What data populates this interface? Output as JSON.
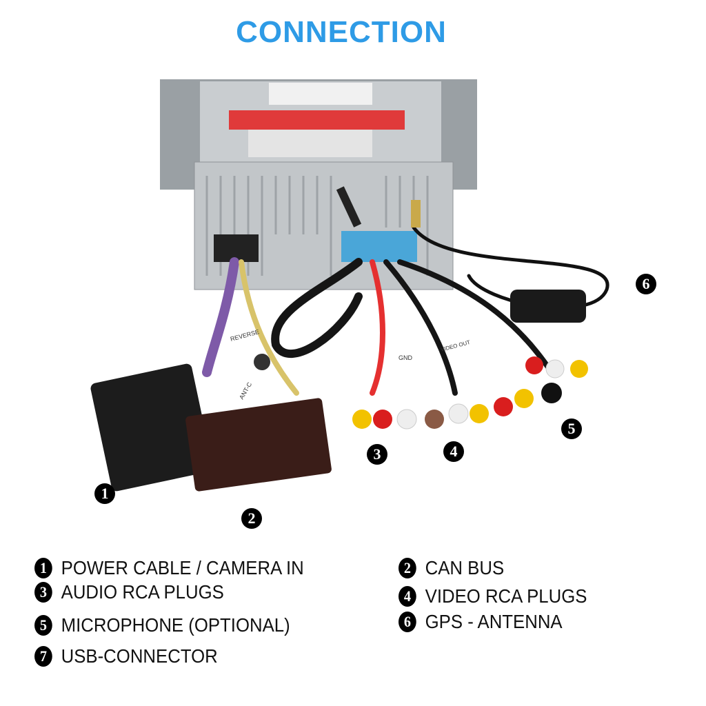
{
  "title": "CONNECTION",
  "photo_labels": {
    "reverse": "REVERSE",
    "gnd": "GND",
    "video_out": "VIDEO OUT",
    "ant": "ANT-C"
  },
  "markers": [
    "1",
    "2",
    "3",
    "4",
    "5",
    "6"
  ],
  "legend": [
    {
      "num": "1",
      "label": "POWER CABLE / CAMERA IN"
    },
    {
      "num": "2",
      "label": "CAN BUS"
    },
    {
      "num": "3",
      "label": "AUDIO RCA PLUGS"
    },
    {
      "num": "4",
      "label": "VIDEO RCA PLUGS"
    },
    {
      "num": "5",
      "label": "MICROPHONE (OPTIONAL)"
    },
    {
      "num": "6",
      "label": "GPS - ANTENNA"
    },
    {
      "num": "7",
      "label": "USB-CONNECTOR"
    }
  ],
  "colors": {
    "title": "#2e9be6"
  }
}
